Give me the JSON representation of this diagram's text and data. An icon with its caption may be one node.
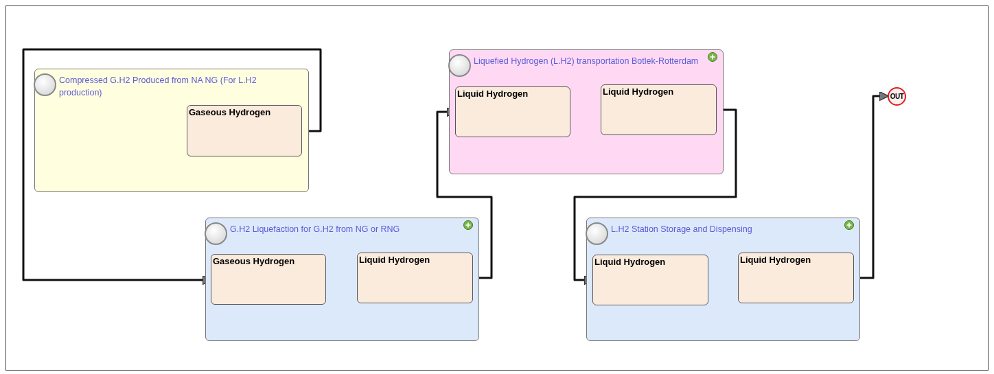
{
  "diagram": {
    "nodes": [
      {
        "text": [
          "Compressed G.H2 Produced from NA NG (For L.H2 production)"
        ]
      },
      {
        "text": [
          "Gaseous Hydrogen"
        ],
        "in": 0
      },
      {
        "text": [
          "Liquefied Hydrogen (L.H2) transportation Botlek-Rotterdam"
        ]
      },
      {
        "text": [
          "Liquid Hydrogen"
        ],
        "in": 2
      },
      {
        "text": [
          "Liquid Hydrogen"
        ],
        "in": 2
      },
      {
        "text": [
          "G.H2 Liquefaction for G.H2 from NG or RNG"
        ]
      },
      {
        "text": [
          "Gaseous Hydrogen"
        ],
        "in": 5
      },
      {
        "text": [
          "Liquid Hydrogen"
        ],
        "in": 5
      },
      {
        "text": [
          "L.H2 Station Storage and Dispensing"
        ]
      },
      {
        "text": [
          "Liquid Hydrogen"
        ],
        "in": 8
      },
      {
        "text": [
          "Liquid Hydrogen"
        ],
        "in": 8
      },
      {
        "text": [
          "OUT"
        ]
      }
    ],
    "edges": [
      {
        "from": 1,
        "to": 6,
        "arrow": "to"
      },
      {
        "from": 7,
        "to": 3,
        "arrow": "to"
      },
      {
        "from": 4,
        "to": 9,
        "arrow": "to"
      },
      {
        "from": 10,
        "to": 11,
        "arrow": "to"
      }
    ]
  }
}
